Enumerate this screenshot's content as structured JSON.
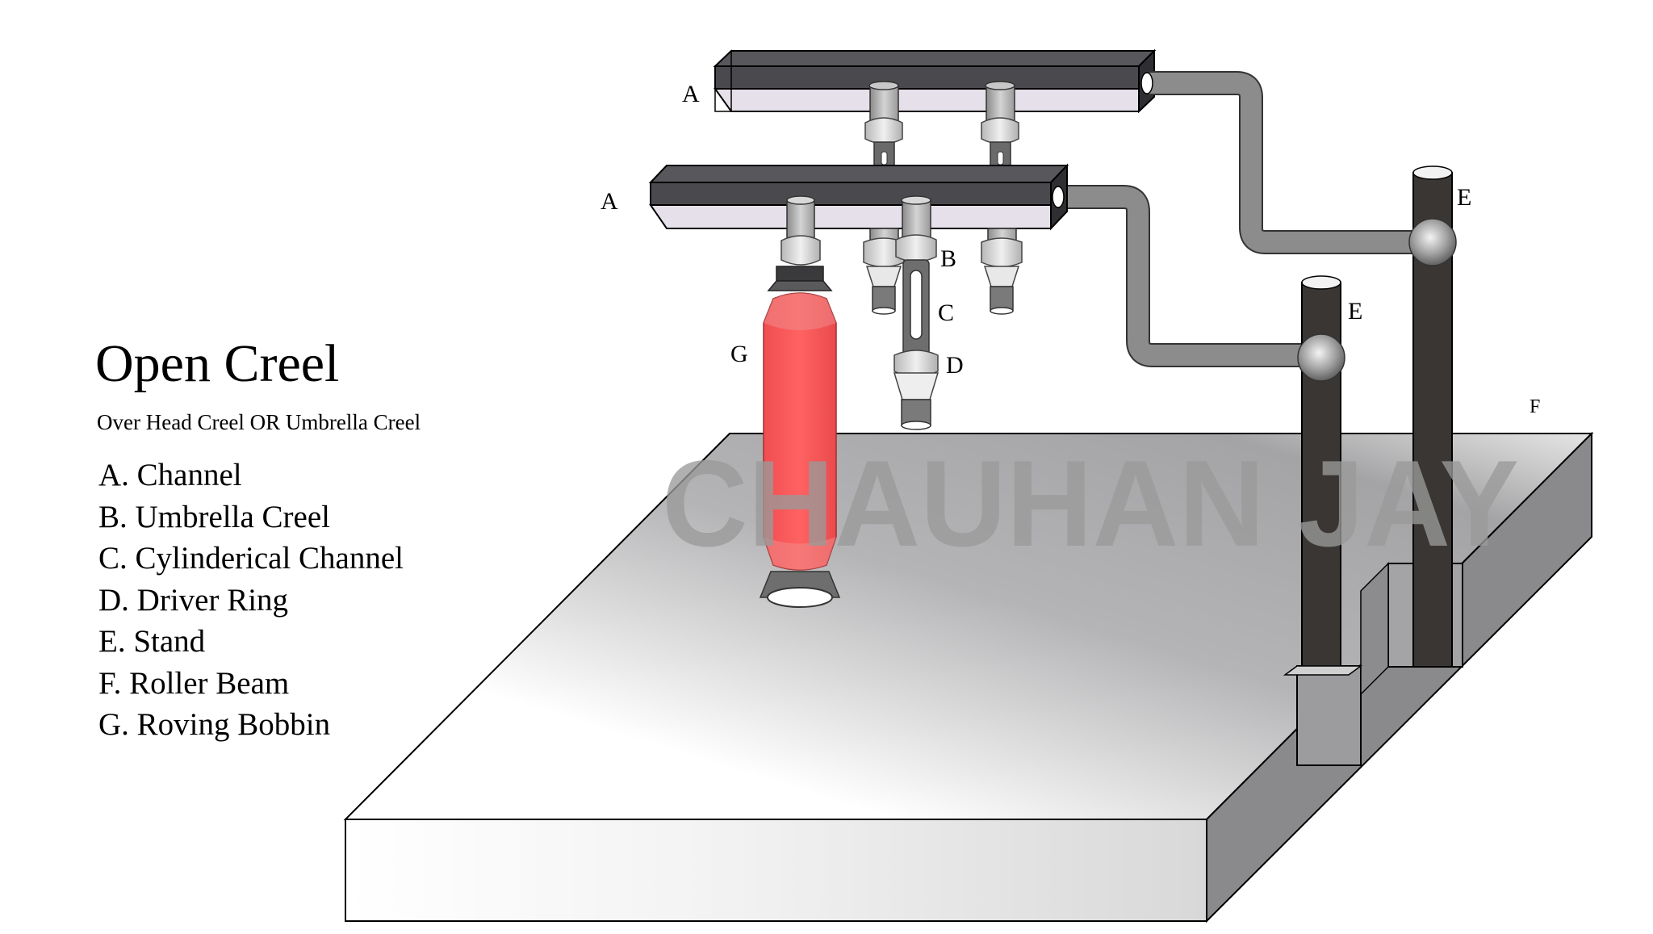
{
  "diagram": {
    "title": "Open Creel",
    "subtitle": "Over Head Creel OR Umbrella Creel",
    "legend": [
      "A. Channel",
      "B. Umbrella Creel",
      "C. Cylinderical Channel",
      "D. Driver Ring",
      "E. Stand",
      "F. Roller Beam",
      "G. Roving Bobbin"
    ],
    "labels": {
      "channel_back": "A",
      "channel_front": "A",
      "umbrella_creel": "B",
      "cylindrical_channel": "C",
      "driver_ring": "D",
      "stand_back": "E",
      "stand_front": "E",
      "roller_beam": "F",
      "roving_bobbin": "G"
    },
    "watermark": "CHAUHAN JAY",
    "colors": {
      "channel": "#4a4a4e",
      "channel_underside": "#e6e0ea",
      "pipe": "#8c8c8c",
      "stand": "#3a3634",
      "bobbin": "#f05a5a",
      "watermark": "#9a9a9a",
      "beam": "#a8a8aa"
    }
  }
}
